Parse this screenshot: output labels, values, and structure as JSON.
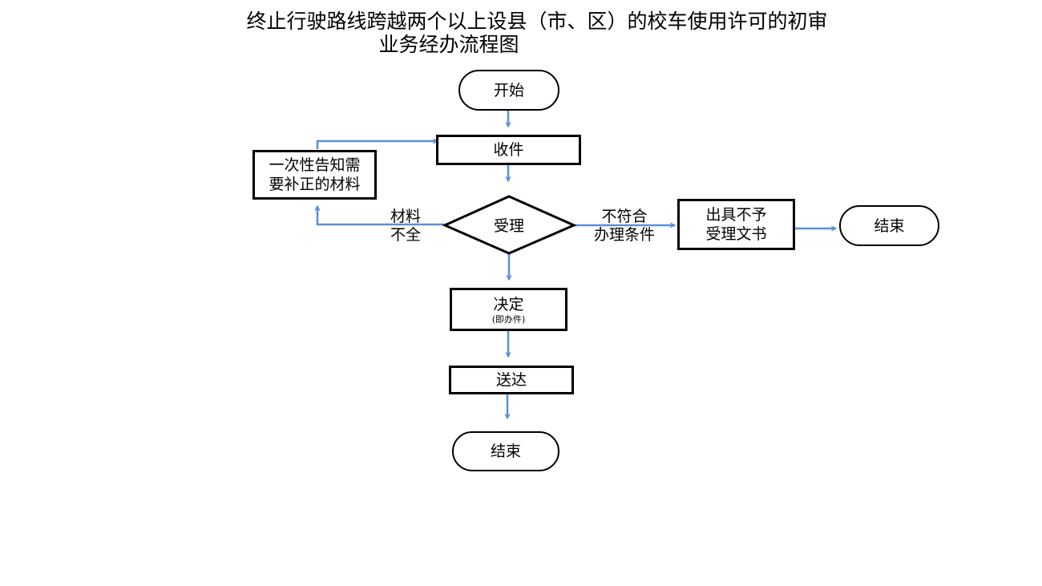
{
  "title": {
    "line1": "终止行驶路线跨越两个以上设县（市、区）的校车使用许可的初审",
    "line2": "业务经办流程图"
  },
  "colors": {
    "arrow": "#5b8fd6",
    "border": "#000000",
    "background": "#ffffff"
  },
  "nodes": {
    "start": {
      "type": "terminator",
      "label": "开始"
    },
    "receive": {
      "type": "process",
      "label": "收件"
    },
    "notify": {
      "type": "process",
      "line1": "一次性告知需",
      "line2": "要补正的材料"
    },
    "accept": {
      "type": "decision",
      "label": "受理"
    },
    "reject_doc": {
      "type": "process",
      "line1": "出具不予",
      "line2": "受理文书"
    },
    "end_right": {
      "type": "terminator",
      "label": "结束"
    },
    "decide": {
      "type": "process",
      "label": "决定",
      "sublabel": "(即办件)"
    },
    "deliver": {
      "type": "process",
      "label": "送达"
    },
    "end_bottom": {
      "type": "terminator",
      "label": "结束"
    }
  },
  "edges": {
    "incomplete": {
      "from": "accept",
      "to": "notify",
      "line1": "材料",
      "line2": "不全"
    },
    "not_qualified": {
      "from": "accept",
      "to": "reject_doc",
      "line1": "不符合",
      "line2": "办理条件"
    },
    "resubmit": {
      "from": "notify",
      "to": "receive"
    },
    "start_to_receive": {
      "from": "start",
      "to": "receive"
    },
    "receive_to_accept": {
      "from": "receive",
      "to": "accept"
    },
    "accept_to_decide": {
      "from": "accept",
      "to": "decide"
    },
    "decide_to_deliver": {
      "from": "decide",
      "to": "deliver"
    },
    "deliver_to_end": {
      "from": "deliver",
      "to": "end_bottom"
    },
    "reject_to_end": {
      "from": "reject_doc",
      "to": "end_right"
    }
  }
}
